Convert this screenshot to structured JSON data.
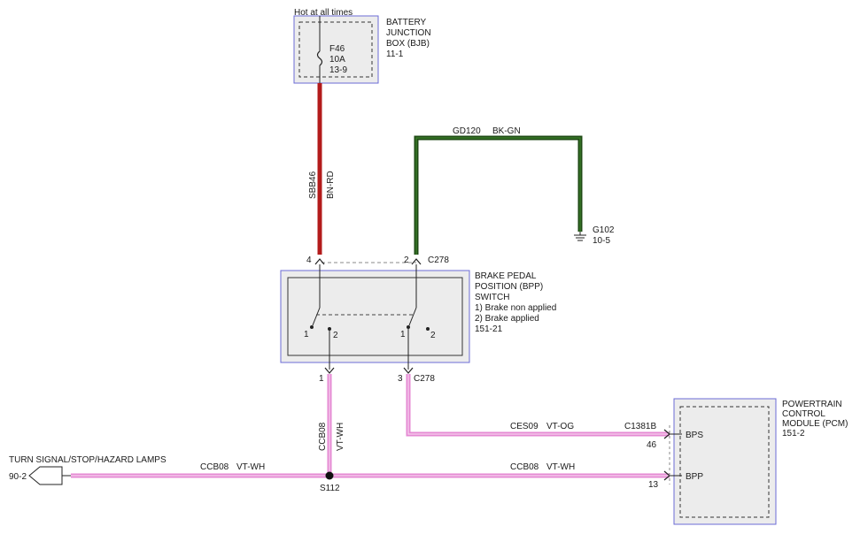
{
  "battery_box": {
    "feed_label": "Hot at all times",
    "title_lines": [
      "BATTERY",
      "JUNCTION",
      "BOX (BJB)",
      "11-1"
    ],
    "fuse_lines": [
      "F46",
      "10A",
      "13-9"
    ]
  },
  "ground": {
    "circuit": "GD120",
    "color": "BK-GN",
    "ground_id": "G102",
    "ref": "10-5",
    "wire_hex": "#1e4a14"
  },
  "battery_feed": {
    "circuit": "SBB46",
    "color": "BN-RD",
    "wire_hex": "#b31b1b"
  },
  "bpp_switch": {
    "title_lines": [
      "BRAKE PEDAL",
      "POSITION (BPP)",
      "SWITCH",
      "1) Brake non applied",
      "2) Brake applied",
      "151-21"
    ],
    "pin_top_left": "4",
    "pin_top_right": "2",
    "connector_top": "C278",
    "pin_bottom_left": "1",
    "pin_bottom_right": "3",
    "connector_bottom": "C278",
    "contact_a1": "1",
    "contact_a2": "2",
    "contact_b1": "1",
    "contact_b2": "2"
  },
  "ces_wire": {
    "circuit": "CES09",
    "color": "VT-OG",
    "wire_hex": "#e58ad3"
  },
  "ccb_wire": {
    "circuit": "CCB08",
    "color": "VT-WH",
    "splice": "S112",
    "wire_hex": "#e58ad3"
  },
  "pcm": {
    "title_lines": [
      "POWERTRAIN",
      "CONTROL",
      "MODULE (PCM)",
      "151-2"
    ],
    "connector": "C1381B",
    "pin_bps": "46",
    "label_bps": "BPS",
    "pin_bpp": "13",
    "label_bpp": "BPP"
  },
  "lamps": {
    "title": "TURN SIGNAL/STOP/HAZARD LAMPS",
    "ref": "90-2"
  }
}
